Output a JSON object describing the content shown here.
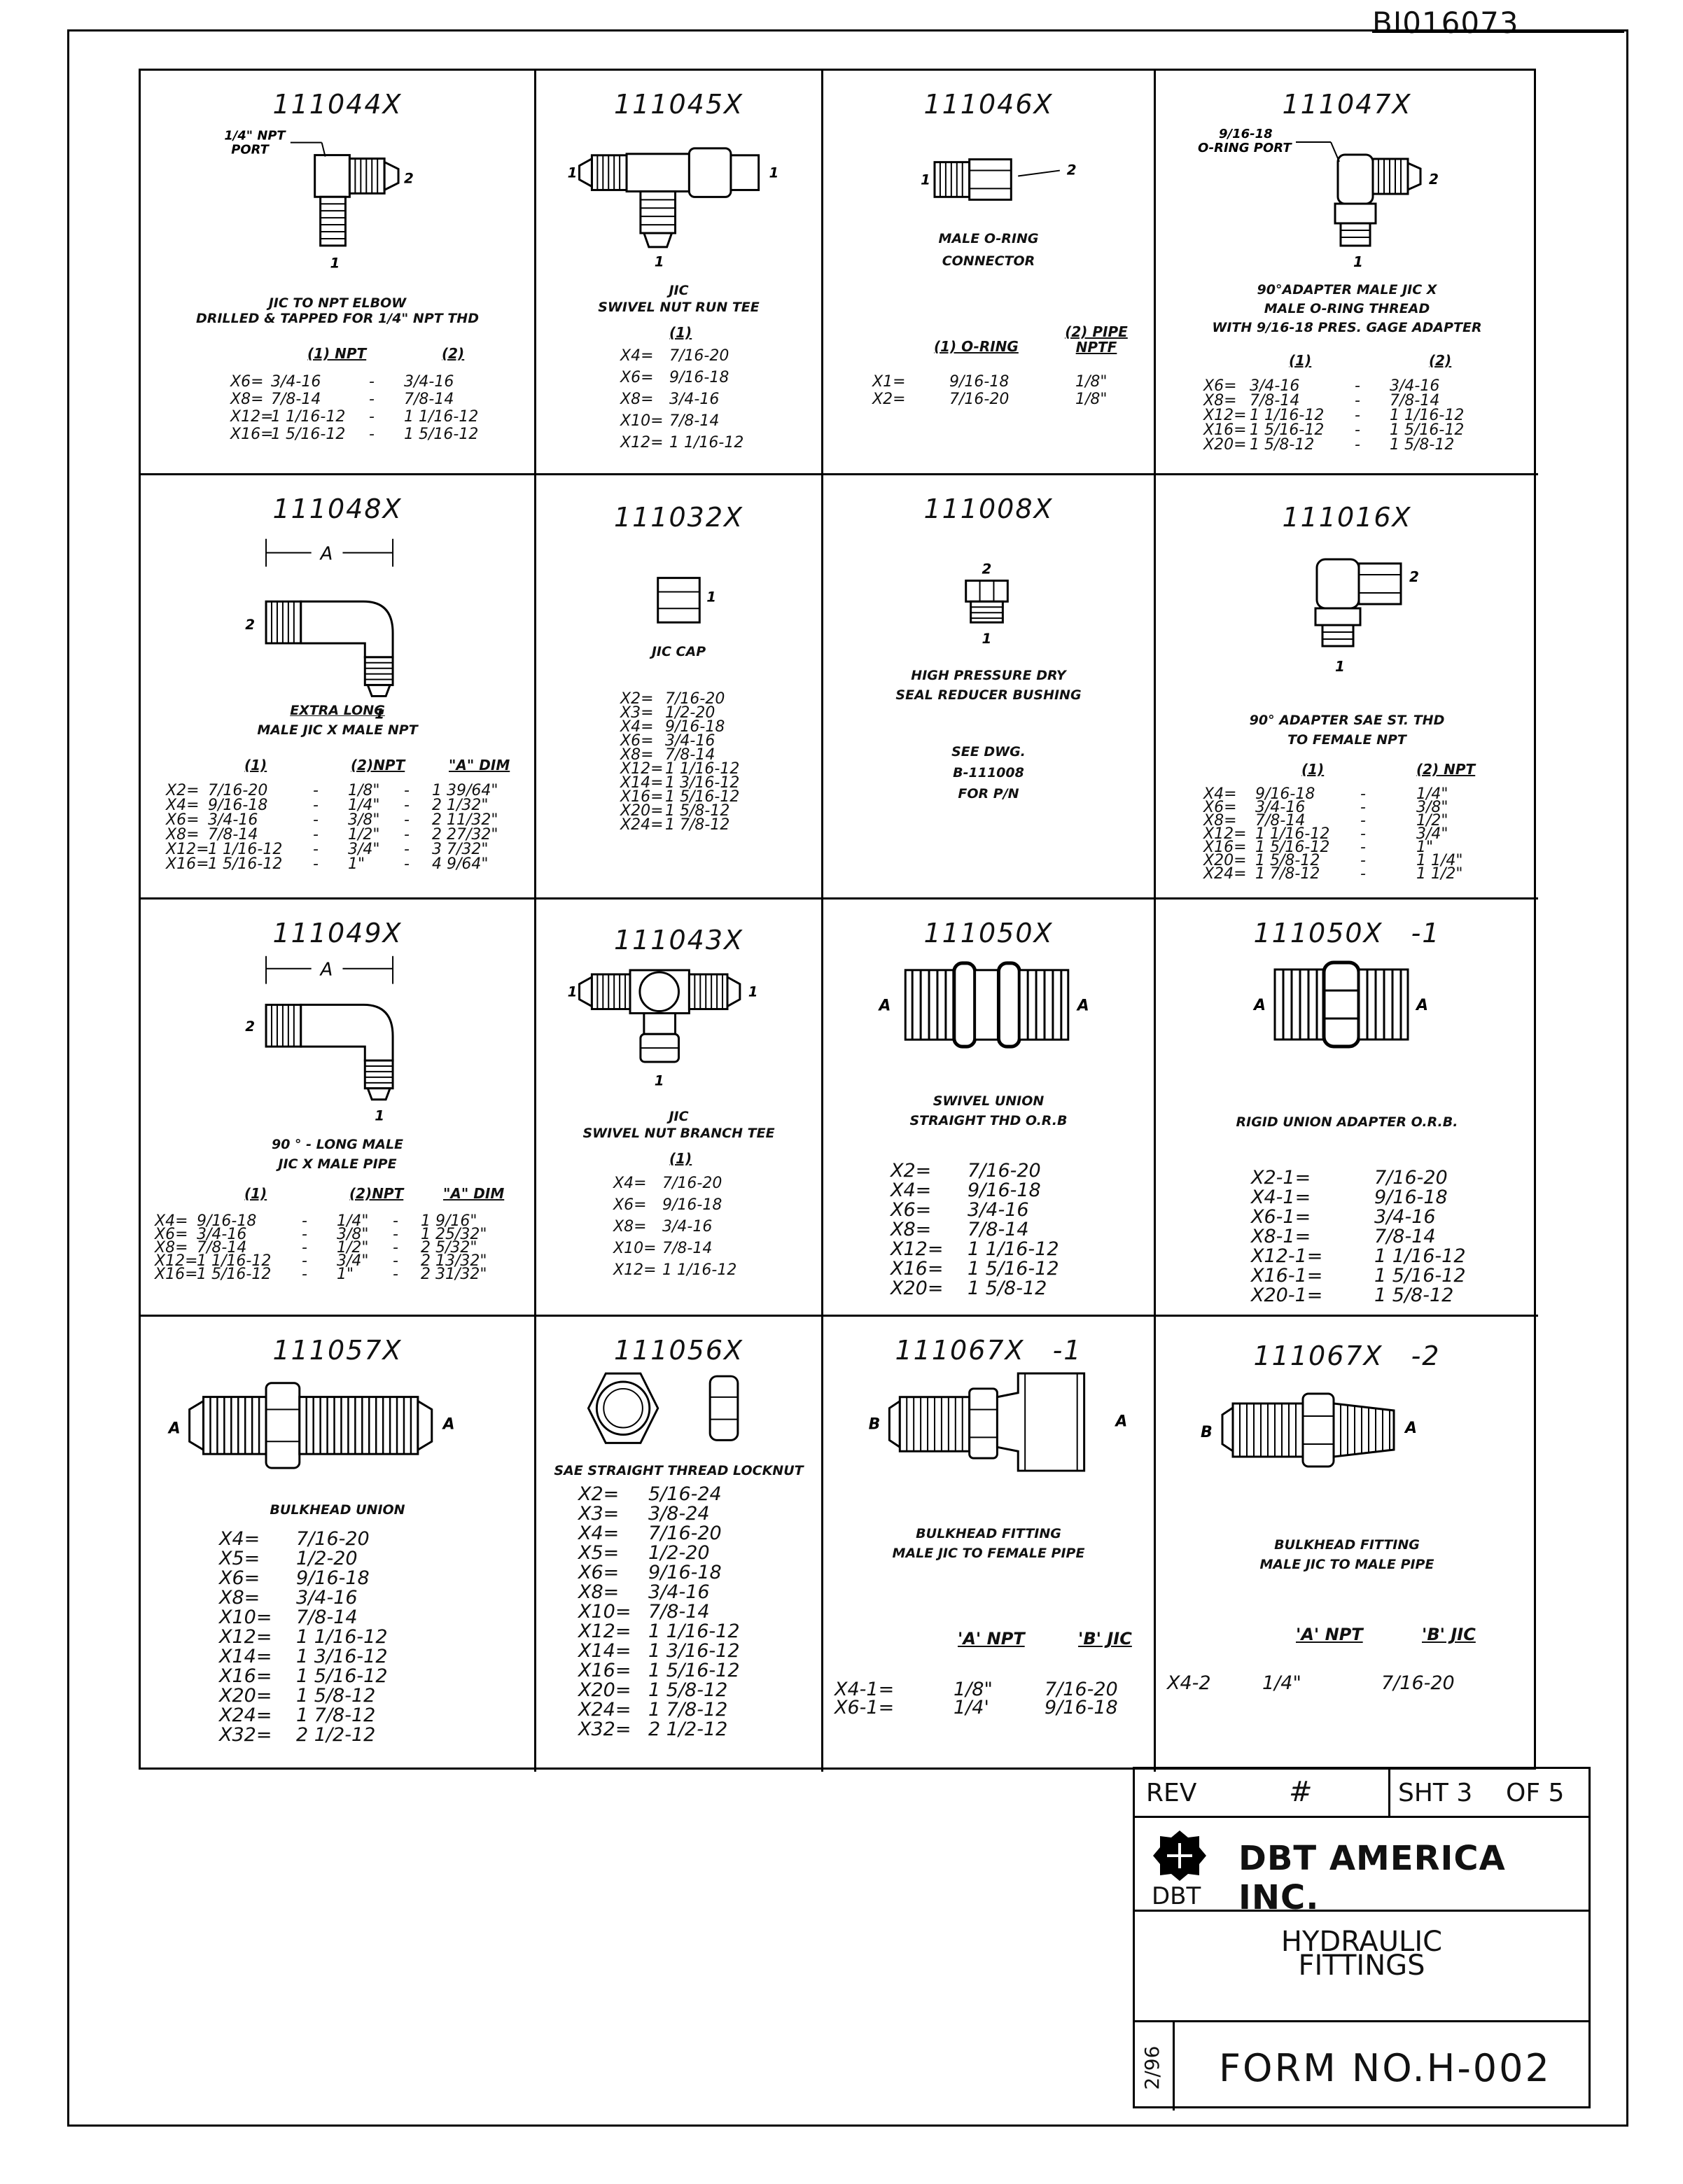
{
  "doc_number": "BI016073",
  "cells": [
    {
      "part": "111044X",
      "labels": {
        "port": "1/4\" NPT\nPORT",
        "n1": "1",
        "n2": "2"
      },
      "desc": [
        "JIC TO NPT ELBOW",
        "DRILLED & TAPPED FOR 1/4\" NPT THD"
      ],
      "headers": [
        "(1) NPT",
        "(2)"
      ],
      "rows": [
        [
          "X6=",
          "3/4-16",
          "-",
          "3/4-16"
        ],
        [
          "X8=",
          "7/8-14",
          "-",
          "7/8-14"
        ],
        [
          "X12=",
          "1 1/16-12",
          "-",
          "1 1/16-12"
        ],
        [
          "X16=",
          "1 5/16-12",
          "-",
          "1 5/16-12"
        ]
      ]
    },
    {
      "part": "111045X",
      "labels": {
        "n1": "1"
      },
      "desc": [
        "JIC",
        "SWIVEL NUT RUN TEE"
      ],
      "headers": [
        "(1)"
      ],
      "rows": [
        [
          "X4=",
          "7/16-20"
        ],
        [
          "X6=",
          "9/16-18"
        ],
        [
          "X8=",
          "3/4-16"
        ],
        [
          "X10=",
          "7/8-14"
        ],
        [
          "X12=",
          "1 1/16-12"
        ]
      ]
    },
    {
      "part": "111046X",
      "labels": {
        "n1": "1",
        "n2": "2"
      },
      "desc": [
        "MALE O-RING",
        "CONNECTOR"
      ],
      "headers": [
        "(1) O-RING",
        "(2) PIPE NPTF"
      ],
      "rows": [
        [
          "X1=",
          "9/16-18",
          "1/8\""
        ],
        [
          "X2=",
          "7/16-20",
          "1/8\""
        ]
      ]
    },
    {
      "part": "111047X",
      "labels": {
        "port": "9/16-18\nO-RING PORT",
        "n1": "1",
        "n2": "2"
      },
      "desc": [
        "90°ADAPTER MALE JIC X",
        "MALE O-RING THREAD",
        "WITH 9/16-18 PRES. GAGE ADAPTER"
      ],
      "headers": [
        "(1)",
        "(2)"
      ],
      "rows": [
        [
          "X6=",
          "3/4-16",
          "-",
          "3/4-16"
        ],
        [
          "X8=",
          "7/8-14",
          "-",
          "7/8-14"
        ],
        [
          "X12=",
          "1 1/16-12",
          "-",
          "1 1/16-12"
        ],
        [
          "X16=",
          "1 5/16-12",
          "-",
          "1 5/16-12"
        ],
        [
          "X20=",
          "1 5/8-12",
          "-",
          "1 5/8-12"
        ]
      ]
    },
    {
      "part": "111048X",
      "labels": {
        "a": "A",
        "n1": "1",
        "n2": "2"
      },
      "desc": [
        "EXTRA LONG",
        "MALE JIC X MALE NPT"
      ],
      "headers": [
        "(1)",
        "(2)NPT",
        "\"A\" DIM"
      ],
      "rows": [
        [
          "X2=",
          "7/16-20",
          "-",
          "1/8\"",
          "-",
          "1 39/64\""
        ],
        [
          "X4=",
          "9/16-18",
          "-",
          "1/4\"",
          "-",
          "2 1/32\""
        ],
        [
          "X6=",
          "3/4-16",
          "-",
          "3/8\"",
          "-",
          "2 11/32\""
        ],
        [
          "X8=",
          "7/8-14",
          "-",
          "1/2\"",
          "-",
          "2 27/32\""
        ],
        [
          "X12=",
          "1 1/16-12",
          "-",
          "3/4\"",
          "-",
          "3 7/32\""
        ],
        [
          "X16=",
          "1 5/16-12",
          "-",
          "1\"",
          "-",
          "4 9/64\""
        ]
      ]
    },
    {
      "part": "111032X",
      "labels": {
        "n1": "1"
      },
      "desc": [
        "JIC CAP"
      ],
      "rows": [
        [
          "X2=",
          "7/16-20"
        ],
        [
          "X3=",
          "1/2-20"
        ],
        [
          "X4=",
          "9/16-18"
        ],
        [
          "X6=",
          "3/4-16"
        ],
        [
          "X8=",
          "7/8-14"
        ],
        [
          "X12=",
          "1 1/16-12"
        ],
        [
          "X14=",
          "1 3/16-12"
        ],
        [
          "X16=",
          "1 5/16-12"
        ],
        [
          "X20=",
          "1 5/8-12"
        ],
        [
          "X24=",
          "1 7/8-12"
        ]
      ]
    },
    {
      "part": "111008X",
      "labels": {
        "n1": "1",
        "n2": "2"
      },
      "desc": [
        "HIGH PRESSURE DRY",
        "SEAL REDUCER BUSHING"
      ],
      "see": [
        "SEE DWG.",
        "B-111008",
        "FOR P/N"
      ]
    },
    {
      "part": "111016X",
      "labels": {
        "n1": "1",
        "n2": "2"
      },
      "desc": [
        "90° ADAPTER SAE ST. THD",
        "TO FEMALE NPT"
      ],
      "headers": [
        "(1)",
        "(2) NPT"
      ],
      "rows": [
        [
          "X4=",
          "9/16-18",
          "-",
          "1/4\""
        ],
        [
          "X6=",
          "3/4-16",
          "-",
          "3/8\""
        ],
        [
          "X8=",
          "7/8-14",
          "-",
          "1/2\""
        ],
        [
          "X12=",
          "1 1/16-12",
          "-",
          "3/4\""
        ],
        [
          "X16=",
          "1 5/16-12",
          "-",
          "1\""
        ],
        [
          "X20=",
          "1 5/8-12",
          "-",
          "1 1/4\""
        ],
        [
          "X24=",
          "1 7/8-12",
          "-",
          "1 1/2\""
        ]
      ]
    },
    {
      "part": "111049X",
      "labels": {
        "a": "A",
        "n1": "1",
        "n2": "2"
      },
      "desc": [
        "90 ° - LONG MALE",
        "JIC X MALE PIPE"
      ],
      "headers": [
        "(1)",
        "(2)NPT",
        "\"A\" DIM"
      ],
      "rows": [
        [
          "X4=",
          "9/16-18",
          "-",
          "1/4\"",
          "-",
          "1 9/16\""
        ],
        [
          "X6=",
          "3/4-16",
          "-",
          "3/8\"",
          "-",
          "1 25/32\""
        ],
        [
          "X8=",
          "7/8-14",
          "-",
          "1/2\"",
          "-",
          "2 5/32\""
        ],
        [
          "X12=",
          "1 1/16-12",
          "-",
          "3/4\"",
          "-",
          "2 13/32\""
        ],
        [
          "X16=",
          "1 5/16-12",
          "-",
          "1\"",
          "-",
          "2 31/32\""
        ]
      ]
    },
    {
      "part": "111043X",
      "labels": {
        "n1": "1"
      },
      "desc": [
        "JIC",
        "SWIVEL NUT BRANCH TEE"
      ],
      "headers": [
        "(1)"
      ],
      "rows": [
        [
          "X4=",
          "7/16-20"
        ],
        [
          "X6=",
          "9/16-18"
        ],
        [
          "X8=",
          "3/4-16"
        ],
        [
          "X10=",
          "7/8-14"
        ],
        [
          "X12=",
          "1 1/16-12"
        ]
      ]
    },
    {
      "part": "111050X",
      "labels": {
        "a": "A"
      },
      "desc": [
        "SWIVEL UNION",
        "STRAIGHT THD O.R.B"
      ],
      "rows": [
        [
          "X2=",
          "7/16-20"
        ],
        [
          "X4=",
          "9/16-18"
        ],
        [
          "X6=",
          "3/4-16"
        ],
        [
          "X8=",
          "7/8-14"
        ],
        [
          "X12=",
          "1 1/16-12"
        ],
        [
          "X16=",
          "1 5/16-12"
        ],
        [
          "X20=",
          "1 5/8-12"
        ]
      ]
    },
    {
      "part": "111050X",
      "suffix": "-1",
      "labels": {
        "a": "A"
      },
      "desc": [
        "RIGID UNION ADAPTER O.R.B."
      ],
      "rows": [
        [
          "X2-1=",
          "7/16-20"
        ],
        [
          "X4-1=",
          "9/16-18"
        ],
        [
          "X6-1=",
          "3/4-16"
        ],
        [
          "X8-1=",
          "7/8-14"
        ],
        [
          "X12-1=",
          "1 1/16-12"
        ],
        [
          "X16-1=",
          "1 5/16-12"
        ],
        [
          "X20-1=",
          "1 5/8-12"
        ]
      ]
    },
    {
      "part": "111057X",
      "labels": {
        "a": "A"
      },
      "desc": [
        "BULKHEAD UNION"
      ],
      "rows": [
        [
          "X4=",
          "7/16-20"
        ],
        [
          "X5=",
          "1/2-20"
        ],
        [
          "X6=",
          "9/16-18"
        ],
        [
          "X8=",
          "3/4-16"
        ],
        [
          "X10=",
          "7/8-14"
        ],
        [
          "X12=",
          "1 1/16-12"
        ],
        [
          "X14=",
          "1 3/16-12"
        ],
        [
          "X16=",
          "1 5/16-12"
        ],
        [
          "X20=",
          "1 5/8-12"
        ],
        [
          "X24=",
          "1 7/8-12"
        ],
        [
          "X32=",
          "2 1/2-12"
        ]
      ]
    },
    {
      "part": "111056X",
      "desc": [
        "SAE STRAIGHT THREAD LOCKNUT"
      ],
      "rows": [
        [
          "X2=",
          "5/16-24"
        ],
        [
          "X3=",
          "3/8-24"
        ],
        [
          "X4=",
          "7/16-20"
        ],
        [
          "X5=",
          "1/2-20"
        ],
        [
          "X6=",
          "9/16-18"
        ],
        [
          "X8=",
          "3/4-16"
        ],
        [
          "X10=",
          "7/8-14"
        ],
        [
          "X12=",
          "1 1/16-12"
        ],
        [
          "X14=",
          "1 3/16-12"
        ],
        [
          "X16=",
          "1 5/16-12"
        ],
        [
          "X20=",
          "1 5/8-12"
        ],
        [
          "X24=",
          "1 7/8-12"
        ],
        [
          "X32=",
          "2 1/2-12"
        ]
      ]
    },
    {
      "part": "111067X",
      "suffix": "-1",
      "labels": {
        "a": "A",
        "b": "B"
      },
      "desc": [
        "BULKHEAD FITTING",
        "MALE JIC TO FEMALE PIPE"
      ],
      "headers": [
        "'A' NPT",
        "'B' JIC"
      ],
      "rows": [
        [
          "X4-1=",
          "1/8\"",
          "7/16-20"
        ],
        [
          "X6-1=",
          "1/4'",
          "9/16-18"
        ]
      ]
    },
    {
      "part": "111067X",
      "suffix": "-2",
      "labels": {
        "a": "A",
        "b": "B"
      },
      "desc": [
        "BULKHEAD FITTING",
        "MALE JIC TO MALE PIPE"
      ],
      "headers": [
        "'A' NPT",
        "'B' JIC"
      ],
      "rows": [
        [
          "X4-2",
          "1/4\"",
          "7/16-20"
        ]
      ]
    }
  ],
  "title_block": {
    "rev_label": "REV",
    "rev_value": "#",
    "sheet": "SHT 3",
    "of": "OF 5",
    "company": "DBT AMERICA INC.",
    "logo_text": "DBT",
    "title_line1": "HYDRAULIC",
    "title_line2": "FITTINGS",
    "date": "2/96",
    "form": "FORM NO.H-002"
  }
}
